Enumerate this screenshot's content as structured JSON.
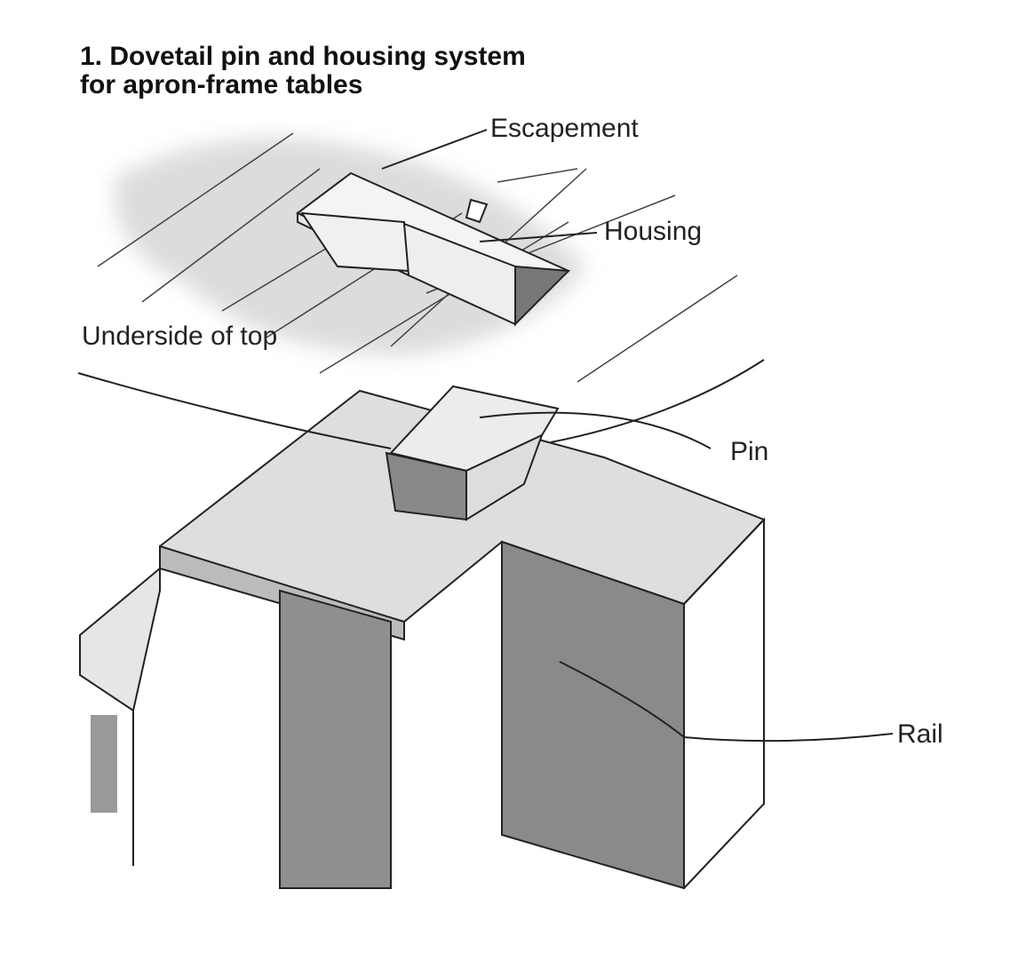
{
  "figure": {
    "title_line1": "1. Dovetail pin and housing system",
    "title_line2": "for apron-frame tables",
    "labels": {
      "escapement": "Escapement",
      "housing": "Housing",
      "underside": "Underside of top",
      "pin": "Pin",
      "rail": "Rail"
    }
  }
}
